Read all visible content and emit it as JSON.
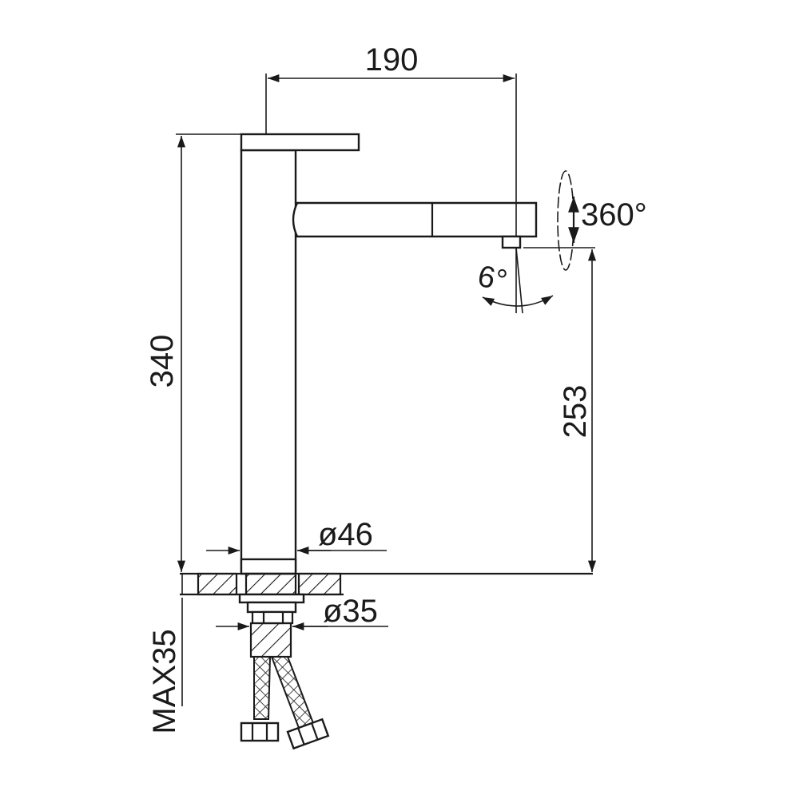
{
  "dimensions": {
    "spout_reach": "190",
    "total_height": "340",
    "spout_height": "253",
    "rotation": "360°",
    "tilt": "6°",
    "body_diameter": "ø46",
    "thread_diameter": "ø35",
    "max_counter_thickness": "MAX35"
  }
}
